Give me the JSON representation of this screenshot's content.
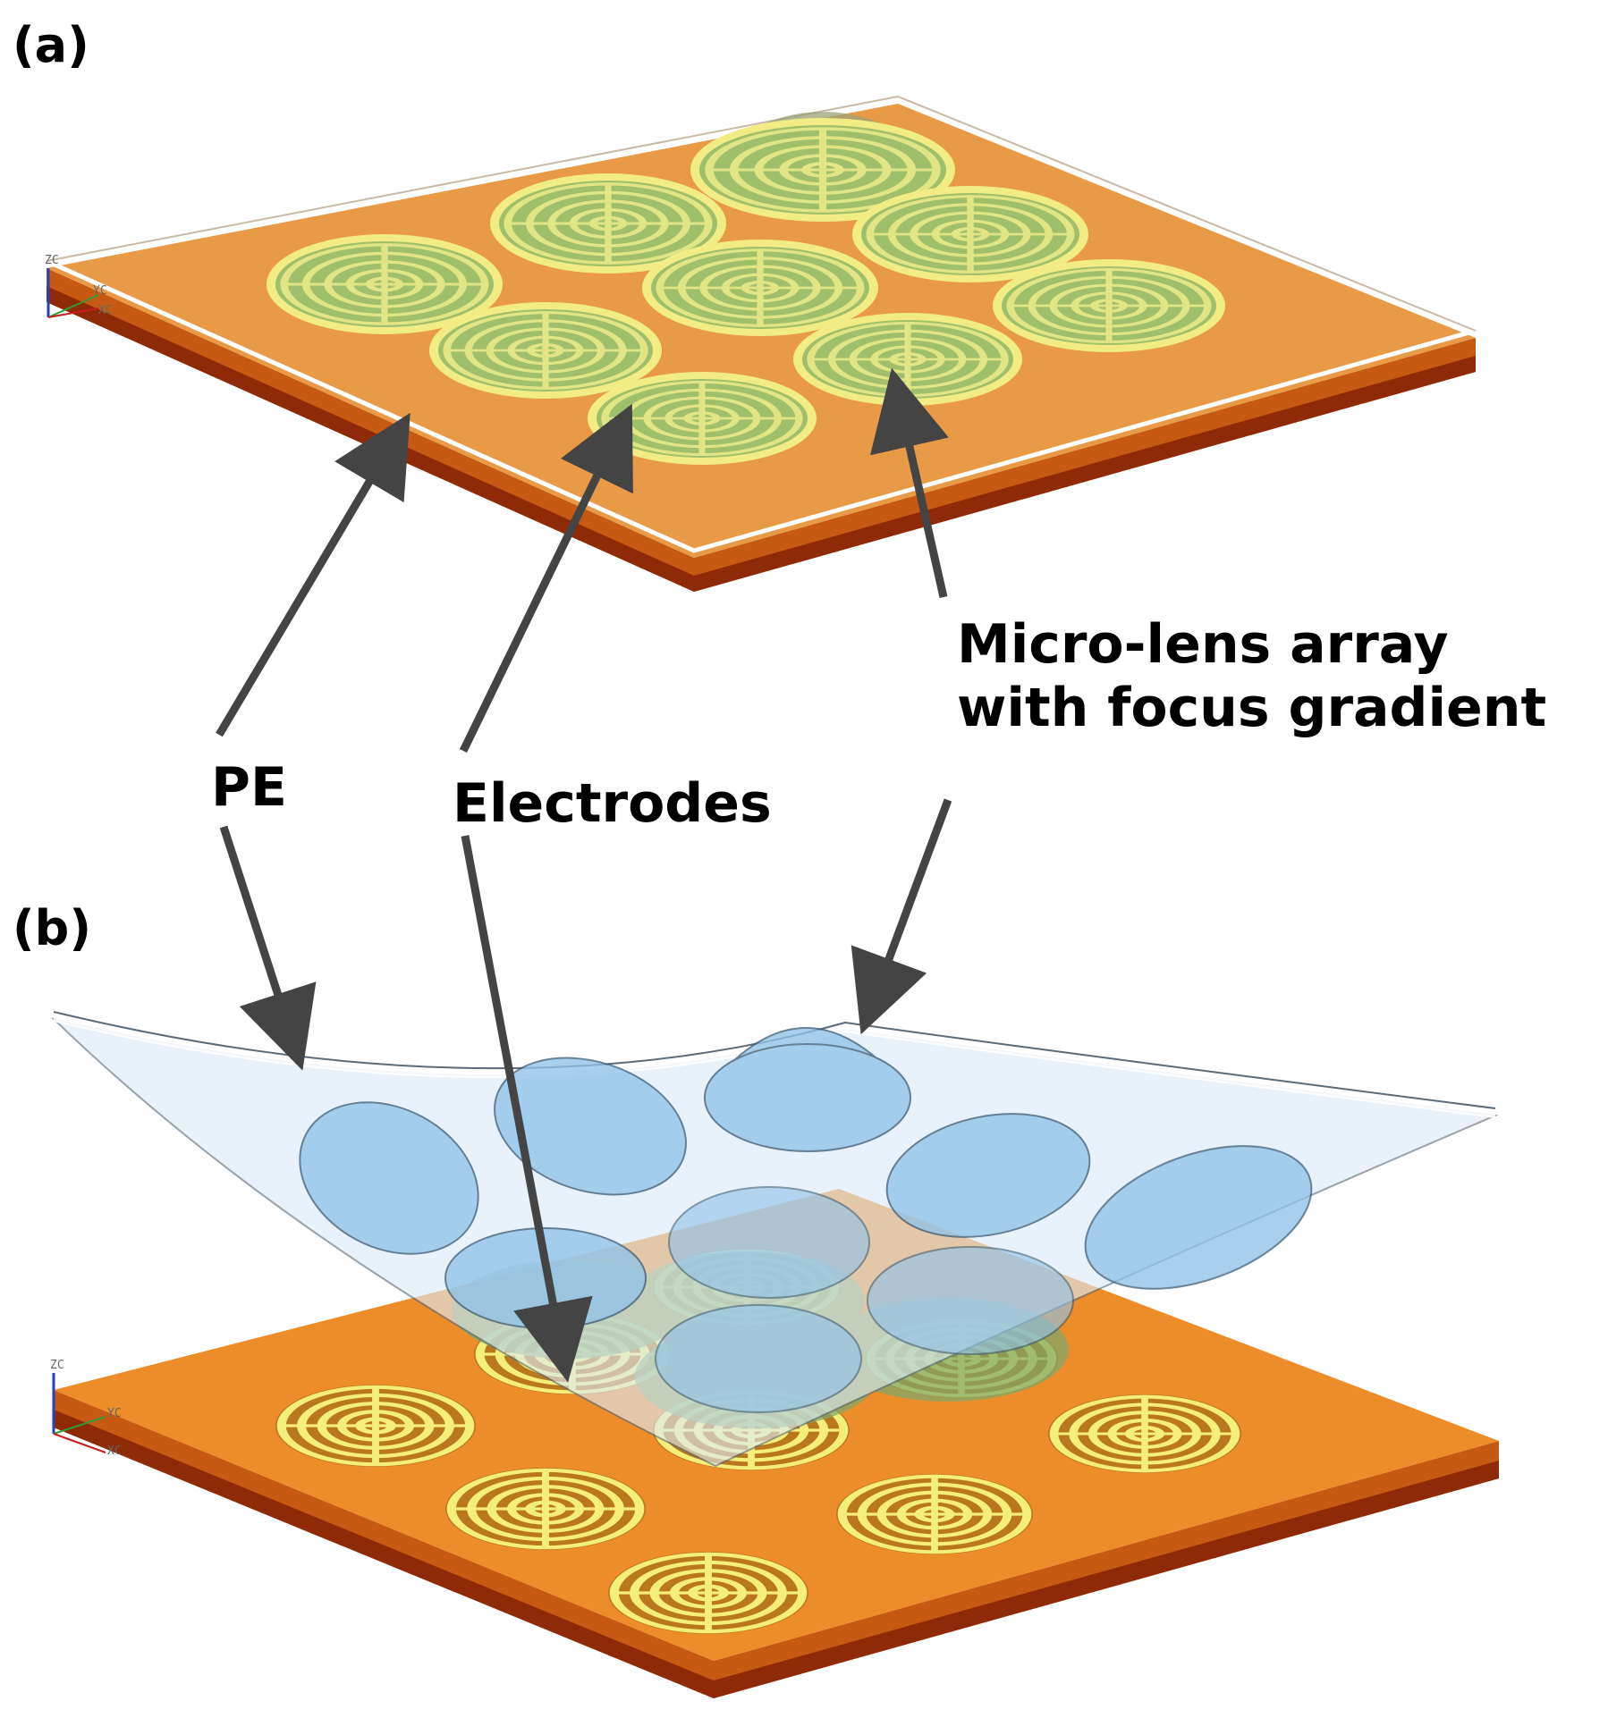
{
  "panels": {
    "a": {
      "label": "(a)"
    },
    "b": {
      "label": "(b)"
    }
  },
  "callouts": {
    "pe": "PE",
    "electrodes": "Electrodes",
    "microlens_line1": "Micro-lens array",
    "microlens_line2": "with focus gradient"
  },
  "axes": {
    "zc": "ZC",
    "yc": "YC",
    "xc": "XC"
  },
  "colors": {
    "substrate_top": "#e89a47",
    "substrate_side_light": "#c75a12",
    "substrate_side_dark": "#8f2a08",
    "lens_flat_green": "#9fbf6a",
    "lens_dome": "#9aa276",
    "electrode_ring": "#f2ec84",
    "pe_film_b": "#dcebf8",
    "lens_blue": "#8fc3ea",
    "arrow": "#444444"
  }
}
